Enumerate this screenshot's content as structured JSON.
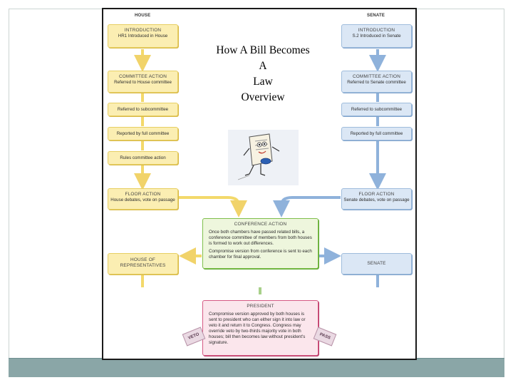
{
  "title": {
    "lines": [
      "How A Bill Becomes",
      "A",
      "Law",
      "Overview"
    ]
  },
  "columns": {
    "house": "HOUSE",
    "senate": "SENATE"
  },
  "house": {
    "intro_title": "INTRODUCTION",
    "intro_text": "HR1 Introduced in House",
    "committee_title": "COMMITTEE ACTION",
    "committee_text": "Referred to House committee",
    "subcommittee": "Referred to subcommittee",
    "reported": "Reported by full committee",
    "rules": "Rules committee action",
    "floor_title": "FLOOR ACTION",
    "floor_text": "House debates, vote on passage",
    "final_line1": "HOUSE OF",
    "final_line2": "REPRESENTATIVES"
  },
  "senate": {
    "intro_title": "INTRODUCTION",
    "intro_text": "S.2 Introduced in Senate",
    "committee_title": "COMMITTEE ACTION",
    "committee_text": "Referred to Senate committee",
    "subcommittee": "Referred to subcommittee",
    "reported": "Reported by full committee",
    "floor_title": "FLOOR ACTION",
    "floor_text": "Senate debates, vote on passage",
    "final": "SENATE"
  },
  "conference": {
    "title": "CONFERENCE ACTION",
    "text1": "Once both chambers have passed related bills, a conference committee of members from both houses is formed to work out differences.",
    "text2": "Compromise version from conference is sent to each chamber for final approval."
  },
  "president": {
    "title": "PRESIDENT",
    "text": "Compromise version approved by both houses is sent to president who can either sign it into law or veto it and return it to Congress. Congress may override veto by two-thirds majority vote in both houses; bill then becomes law without president's signature.",
    "veto": "VETO",
    "pass": "PASS"
  },
  "colors": {
    "house": "#f3d96b",
    "senate": "#8fb2db",
    "conference": "#7fbf4c",
    "president": "#d65a84",
    "footer": "#8aa6a7"
  },
  "icons": [
    "bill-cartoon-icon",
    "arrow-down-icon",
    "arrow-left-icon",
    "arrow-right-icon"
  ]
}
